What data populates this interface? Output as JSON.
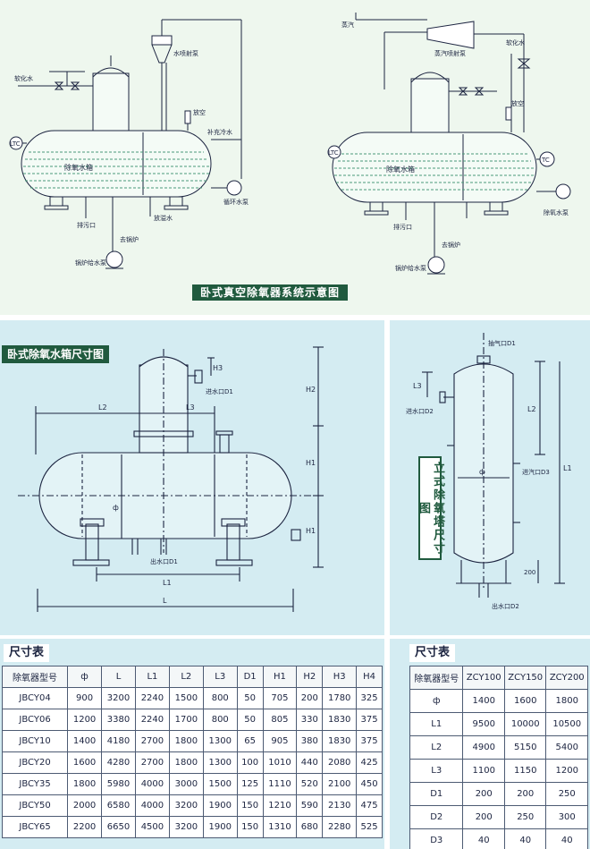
{
  "top_diagram": {
    "caption": "卧式真空除氧器系统示意图",
    "left": {
      "softened_water": "软化水",
      "water_jet_pump": "水喷射泵",
      "vent": "放空",
      "makeup_cold_water": "补充冷水",
      "ltc": "LTC",
      "deaerator_tank": "除氧水箱",
      "circulation_pump": "循环水泵",
      "drain": "排污口",
      "overflow": "放溢水",
      "to_boiler": "去锅炉",
      "boiler_feed_pump": "锅炉给水泵"
    },
    "right": {
      "steam": "蒸汽",
      "steam_jet_pump": "蒸汽喷射泵",
      "softened_water": "软化水",
      "vent": "放空",
      "ltc": "LTC",
      "tc": "TC",
      "deaerator_tank": "除氧水箱",
      "deaerator_pump": "除氧水泵",
      "drain": "排污口",
      "to_boiler": "去锅炉",
      "boiler_feed_pump": "锅炉给水泵"
    }
  },
  "horizontal_drawing": {
    "title": "卧式除氧水箱尺寸图",
    "labels": {
      "h3": "H3",
      "inlet_d1": "进水口D1",
      "h2": "H2",
      "l2": "L2",
      "l3": "L3",
      "h1": "H1",
      "phi": "ф",
      "outlet_d1": "出水口D1",
      "l1": "L1",
      "l": "L"
    }
  },
  "vertical_drawing": {
    "title": "立式除氧塔尺寸图",
    "labels": {
      "exhaust_d1": "抽气口D1",
      "l3": "L3",
      "inlet_d2": "进水口D2",
      "l2": "L2",
      "phi": "ф",
      "steam_inlet_d3": "进汽口D3",
      "l1": "L1",
      "dim_200": "200",
      "outlet_d2": "出水口D2"
    }
  },
  "table1": {
    "title": "尺寸表",
    "headers": [
      "除氧器型号",
      "ф",
      "L",
      "L1",
      "L2",
      "L3",
      "D1",
      "H1",
      "H2",
      "H3",
      "H4"
    ],
    "rows": [
      [
        "JBCY04",
        "900",
        "3200",
        "2240",
        "1500",
        "800",
        "50",
        "705",
        "200",
        "1780",
        "325"
      ],
      [
        "JBCY06",
        "1200",
        "3380",
        "2240",
        "1700",
        "800",
        "50",
        "805",
        "330",
        "1830",
        "375"
      ],
      [
        "JBCY10",
        "1400",
        "4180",
        "2700",
        "1800",
        "1300",
        "65",
        "905",
        "380",
        "1830",
        "375"
      ],
      [
        "JBCY20",
        "1600",
        "4280",
        "2700",
        "1800",
        "1300",
        "100",
        "1010",
        "440",
        "2080",
        "425"
      ],
      [
        "JBCY35",
        "1800",
        "5980",
        "4000",
        "3000",
        "1500",
        "125",
        "1110",
        "520",
        "2100",
        "450"
      ],
      [
        "JBCY50",
        "2000",
        "6580",
        "4000",
        "3200",
        "1900",
        "150",
        "1210",
        "590",
        "2130",
        "475"
      ],
      [
        "JBCY65",
        "2200",
        "6650",
        "4500",
        "3200",
        "1900",
        "150",
        "1310",
        "680",
        "2280",
        "525"
      ]
    ]
  },
  "table2": {
    "title": "尺寸表",
    "headers": [
      "除氧器型号",
      "ZCY100",
      "ZCY150",
      "ZCY200"
    ],
    "rows": [
      [
        "ф",
        "1400",
        "1600",
        "1800"
      ],
      [
        "L1",
        "9500",
        "10000",
        "10500"
      ],
      [
        "L2",
        "4900",
        "5150",
        "5400"
      ],
      [
        "L3",
        "1100",
        "1150",
        "1200"
      ],
      [
        "D1",
        "200",
        "200",
        "250"
      ],
      [
        "D2",
        "200",
        "250",
        "300"
      ],
      [
        "D3",
        "40",
        "40",
        "40"
      ]
    ]
  },
  "colors": {
    "accent": "#205a3e",
    "panel": "#d4ecf2",
    "line": "#1c2440",
    "water": "#4a9a7a"
  }
}
